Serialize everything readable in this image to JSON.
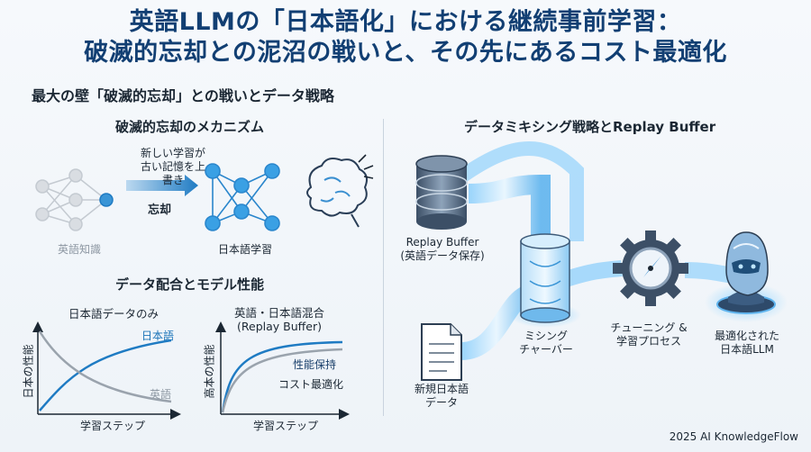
{
  "title": {
    "line1": "英語LLMの「日本語化」における継続事前学習：",
    "line2": "破滅的忘却との泥沼の戦いと、その先にあるコスト最適化"
  },
  "subtitle": "最大の壁「破滅的忘却」との戦いとデータ戦略",
  "left": {
    "mechanism_title": "破滅的忘却のメカニズム",
    "overwrite_label_1": "新しい学習が",
    "overwrite_label_2": "古い記憶を上書き",
    "forget_label": "忘却",
    "english_knowledge": "英語知識",
    "japanese_learning": "日本語学習",
    "mix_title": "データ配合とモデル性能",
    "chart1": {
      "title": "日本語データのみ",
      "ylabel": "日本の性能",
      "xlabel": "学習ステップ",
      "series_ja": "日本語",
      "series_en": "英語"
    },
    "chart2": {
      "title_1": "英語・日本語混合",
      "title_2": "(Replay Buffer)",
      "ylabel": "高本の性能",
      "xlabel": "学習ステップ",
      "note_1": "性能保持",
      "note_2": "コスト最適化"
    }
  },
  "right": {
    "title": "データミキシング戦略とReplay Buffer",
    "replay_1": "Replay Buffer",
    "replay_2": "(英語データ保存)",
    "newdata_1": "新規日本語",
    "newdata_2": "データ",
    "chamber_1": "ミシング",
    "chamber_2": "チャーバー",
    "tuning_1": "チューニング &",
    "tuning_2": "学習プロセス",
    "llm_1": "最適化された",
    "llm_2": "日本語LLM"
  },
  "footer": "2025 AI KnowledgeFlow",
  "colors": {
    "accent": "#1a73b8",
    "title": "#123f73",
    "gray": "#9aa3ad",
    "glow": "#4fb3f5"
  }
}
